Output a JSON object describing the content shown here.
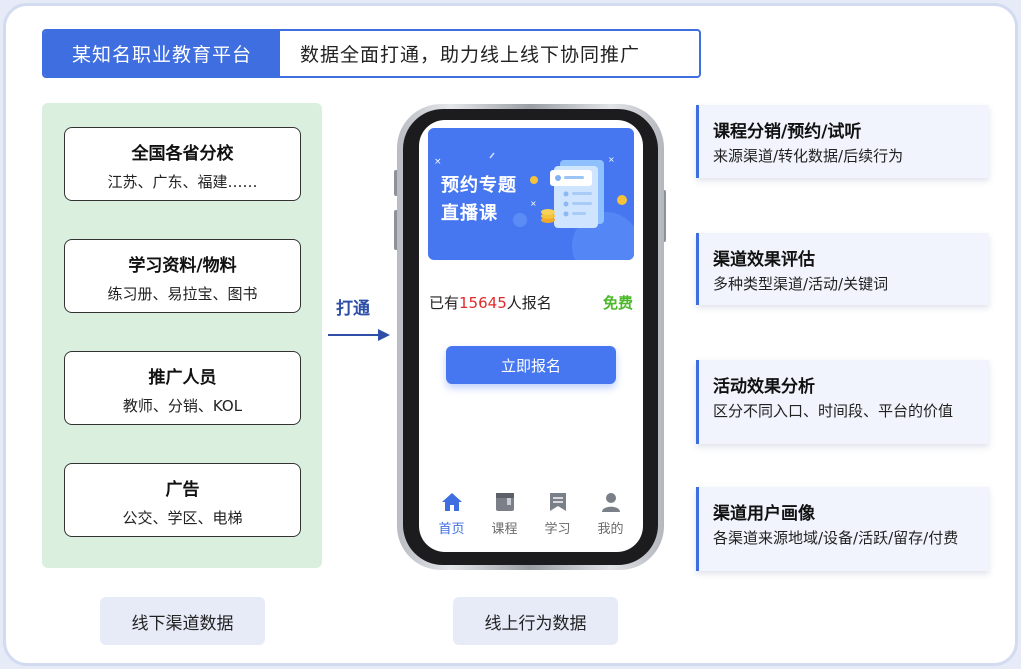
{
  "header": {
    "brand": "某知名职业教育平台",
    "slogan": "数据全面打通，助力线上线下协同推广"
  },
  "offline": {
    "channels": [
      {
        "title": "全国各省分校",
        "subtitle": "江苏、广东、福建……"
      },
      {
        "title": "学习资料/物料",
        "subtitle": "练习册、易拉宝、图书"
      },
      {
        "title": "推广人员",
        "subtitle": "教师、分销、KOL"
      },
      {
        "title": "广告",
        "subtitle": "公交、学区、电梯"
      }
    ],
    "label": "线下渠道数据"
  },
  "connector": {
    "label": "打通"
  },
  "phone": {
    "banner_line1": "预约专题",
    "banner_line2": "直播课",
    "enroll_prefix": "已有",
    "enroll_count": "15645",
    "enroll_suffix": "人报名",
    "free_label": "免费",
    "signup_button": "立即报名",
    "tabs": [
      {
        "label": "首页",
        "icon": "home-icon",
        "active": true
      },
      {
        "label": "课程",
        "icon": "course-icon",
        "active": false
      },
      {
        "label": "学习",
        "icon": "study-icon",
        "active": false
      },
      {
        "label": "我的",
        "icon": "user-icon",
        "active": false
      }
    ]
  },
  "online": {
    "label": "线上行为数据"
  },
  "metrics": [
    {
      "title": "课程分销/预约/试听",
      "subtitle": "来源渠道/转化数据/后续行为"
    },
    {
      "title": "渠道效果评估",
      "subtitle": "多种类型渠道/活动/关键词"
    },
    {
      "title": "活动效果分析",
      "subtitle": "区分不同入口、时间段、平台的价值"
    },
    {
      "title": "渠道用户画像",
      "subtitle": "各渠道来源地域/设备/活跃/留存/付费"
    }
  ],
  "colors": {
    "brand_blue": "#3f6ee0",
    "offline_panel": "#dbefdf",
    "highlight_red": "#e02a2a",
    "free_green": "#4db82c"
  }
}
